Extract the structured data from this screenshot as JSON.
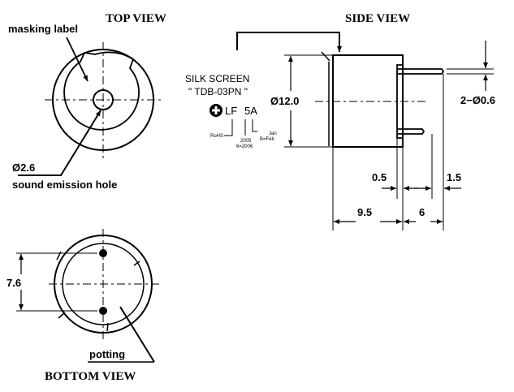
{
  "views": {
    "top": "TOP VIEW",
    "side": "SIDE VIEW",
    "bottom": "BOTTOM VIEW"
  },
  "labels": {
    "masking_label": "masking label",
    "hole_diameter": "Ø2.6",
    "sound_hole": "sound emission hole",
    "potting": "potting",
    "silk_screen": "SILK SCREEN",
    "model_quoted": "\" TDB-03PN \""
  },
  "marking": {
    "lf": "LF",
    "code": "5A",
    "rohs": "RoHS",
    "year_line1": "2005",
    "year_line2": "6=2006",
    "month_line1": "Jan",
    "month_line2": "B=Feb"
  },
  "dimensions": {
    "body_diameter": "Ø12.0",
    "pin_diameter": "2−Ø0.6",
    "gap": "0.5",
    "pin_tip": "1.5",
    "body_height": "9.5",
    "pin_length": "6",
    "pin_pitch": "7.6"
  }
}
